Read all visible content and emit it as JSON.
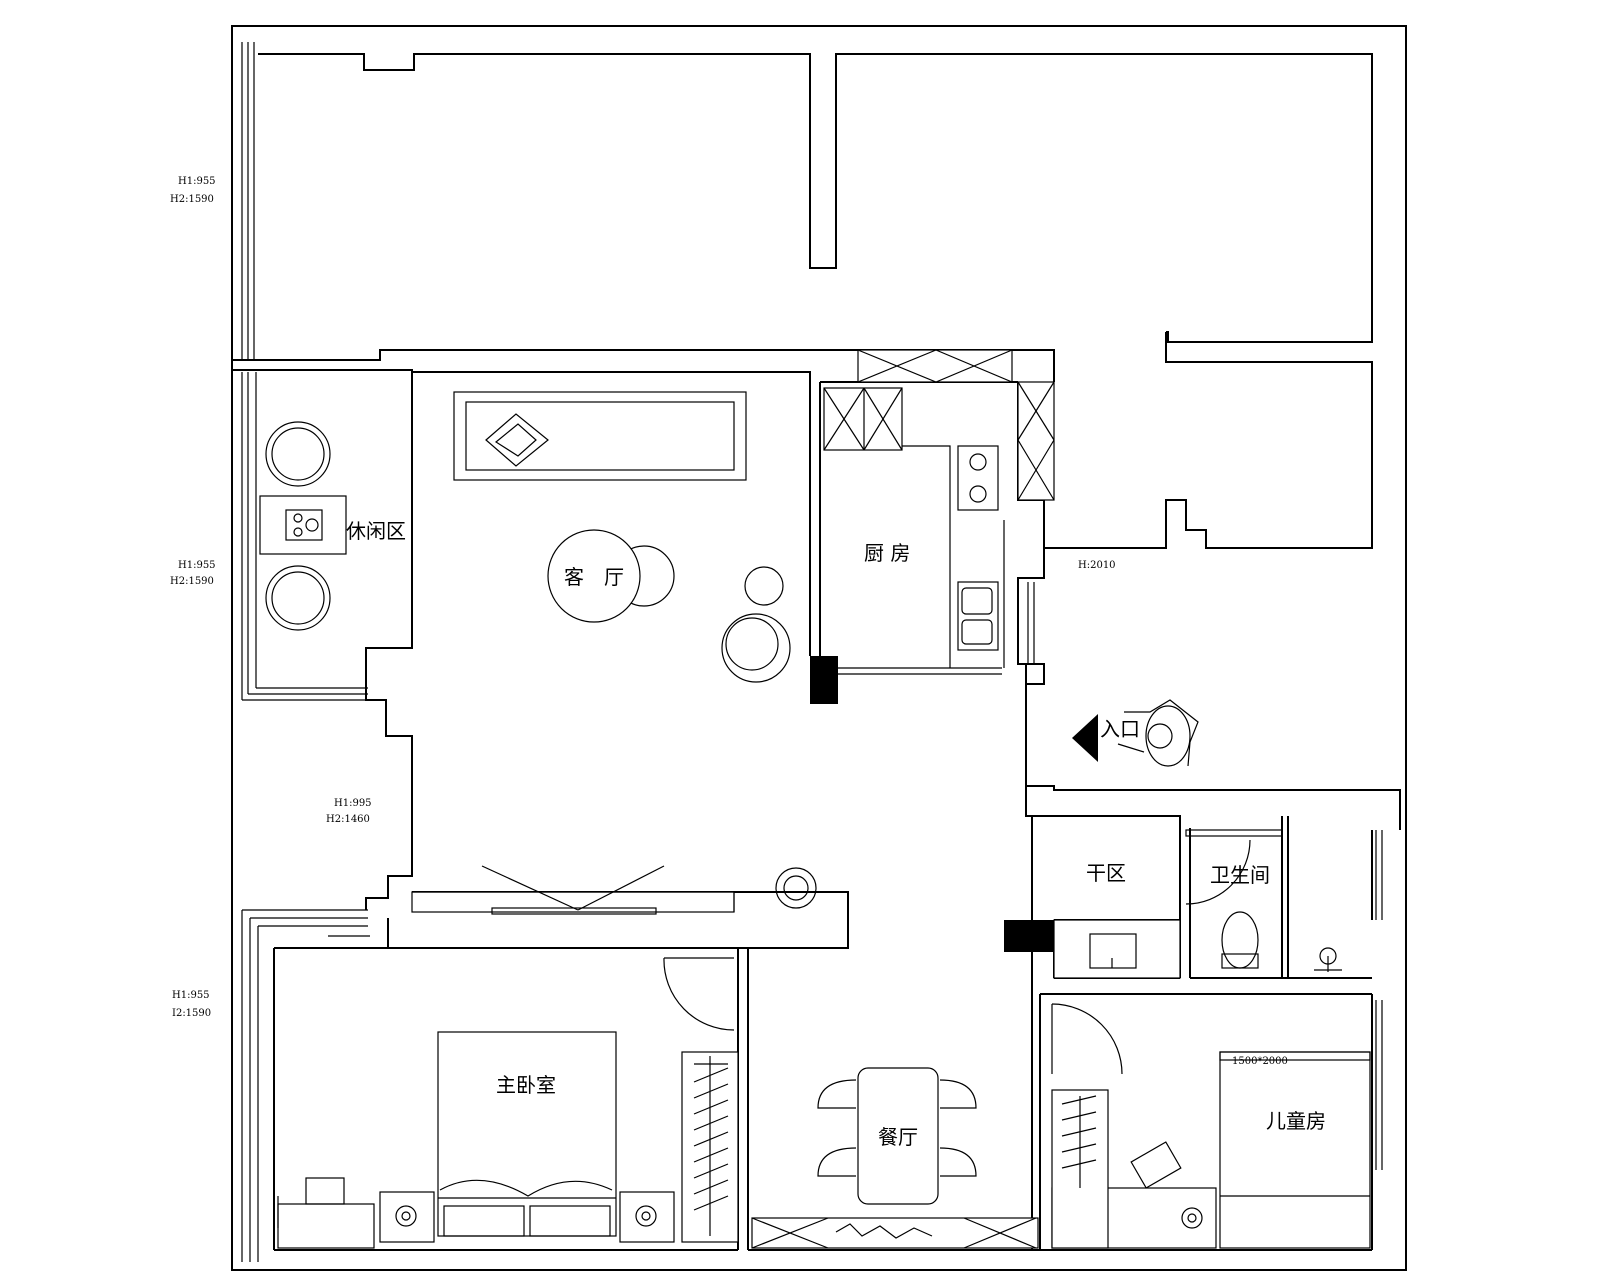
{
  "rooms": {
    "living": "客　厅",
    "kitchen": "厨 房",
    "leisure": "休闲区",
    "entrance": "入口",
    "dry_zone": "干区",
    "bathroom": "卫生间",
    "master_bedroom": "主卧室",
    "dining": "餐厅",
    "kids_room": "儿童房"
  },
  "annotations": {
    "win1_h1": "H1:955",
    "win1_h2": "H2:1590",
    "win2_h1": "H1:955",
    "win2_h2": "H2:1590",
    "win3_h1": "H1:995",
    "win3_h2": "H2:1460",
    "win4_h1": "H1:955",
    "win4_h2": "I2:1590",
    "door_h1": "H:2010",
    "bed_size": "1500*2000"
  }
}
